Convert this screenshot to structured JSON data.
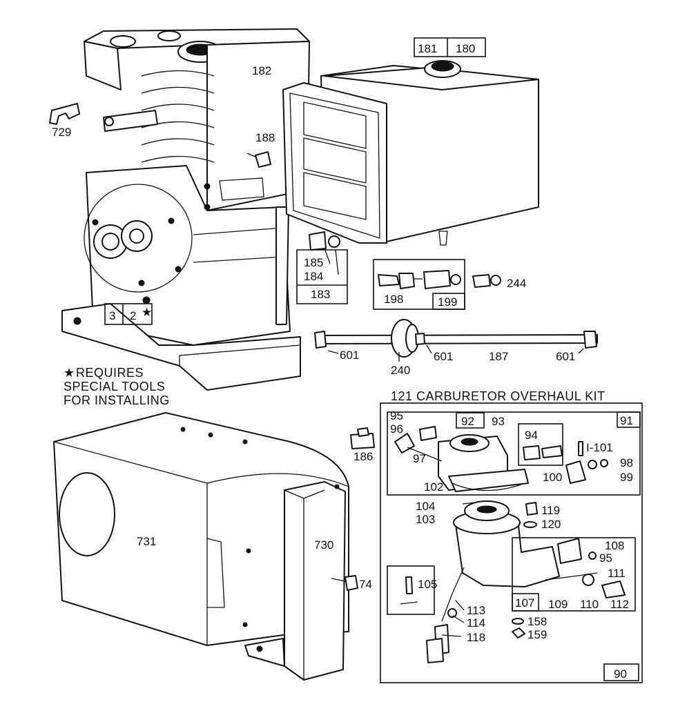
{
  "labels": {
    "l181": "181",
    "l180": "180",
    "l182": "182",
    "l188": "188",
    "l729": "729",
    "l185": "185",
    "l184": "184",
    "l183": "183",
    "l198": "198",
    "l199": "199",
    "l244": "244",
    "l601a": "601",
    "l601b": "601",
    "l601c": "601",
    "l187": "187",
    "l240": "240",
    "l3": "3",
    "l2": "2",
    "l186": "186",
    "l731": "731",
    "l730": "730",
    "l74": "74",
    "l95a": "95",
    "l96": "96",
    "l97": "97",
    "l92": "92",
    "l93": "93",
    "l94": "94",
    "l91": "91",
    "l101": "I-101",
    "l98": "98",
    "l99": "99",
    "l100": "100",
    "l102": "102",
    "l104": "104",
    "l103": "103",
    "l119": "119",
    "l120": "120",
    "l108": "108",
    "l95b": "95",
    "l111": "111",
    "l112": "112",
    "l105": "105",
    "l107": "107",
    "l109": "109",
    "l110": "110",
    "l113": "113",
    "l114": "114",
    "l118": "118",
    "l158": "158",
    "l159": "159",
    "l90": "90"
  },
  "notes": {
    "special_line1": "REQUIRES",
    "special_line2": "SPECIAL TOOLS",
    "special_line3": "FOR INSTALLING",
    "carb_kit_title": "121 CARBURETOR OVERHAUL KIT"
  }
}
